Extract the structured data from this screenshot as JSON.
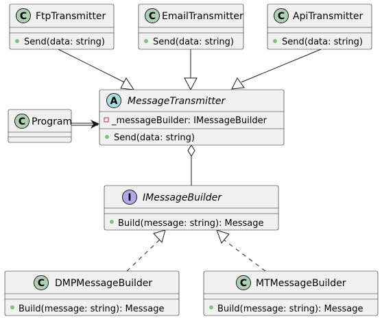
{
  "colors": {
    "class_badge": "#ADD1B2",
    "abstract_badge": "#A9DCDF",
    "interface_badge": "#B4A7E5",
    "box_fill": "#F1F1F1",
    "stroke": "#181818",
    "private_marker": "#C82930",
    "public_marker": "#84BE84"
  },
  "badges": {
    "class": "C",
    "abstract": "A",
    "interface": "I"
  },
  "classes": {
    "ftp": {
      "name": "FtpTransmitter",
      "members": [
        "Send(data: string)"
      ]
    },
    "email": {
      "name": "EmailTransmitter",
      "members": [
        "Send(data: string)"
      ]
    },
    "api": {
      "name": "ApiTransmitter",
      "members": [
        "Send(data: string)"
      ]
    },
    "program": {
      "name": "Program"
    },
    "transmitter": {
      "name": "MessageTransmitter",
      "fields": [
        "_messageBuilder: IMessageBuilder"
      ],
      "members": [
        "Send(data: string)"
      ]
    },
    "builder": {
      "name": "IMessageBuilder",
      "members": [
        "Build(message: string): Message"
      ]
    },
    "dmp": {
      "name": "DMPMessageBuilder",
      "members": [
        "Build(message: string): Message"
      ]
    },
    "mt": {
      "name": "MTMessageBuilder",
      "members": [
        "Build(message: string): Message"
      ]
    }
  }
}
